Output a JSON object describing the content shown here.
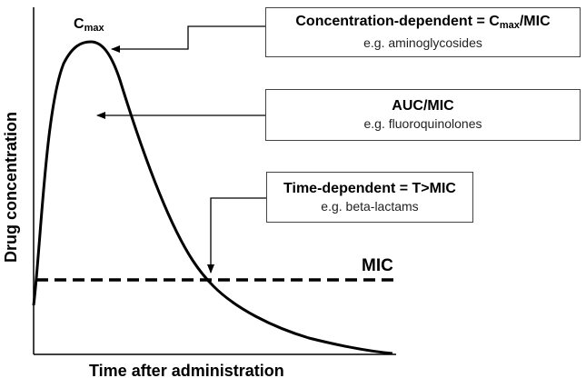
{
  "axes": {
    "x_title": "Time after administration",
    "y_title": "Drug concentration"
  },
  "peak": {
    "label_main": "C",
    "label_sub": "max"
  },
  "mic_line": {
    "label": "MIC"
  },
  "boxes": [
    {
      "title_pre": "Concentration-dependent = C",
      "title_sub": "max",
      "title_post": "/MIC",
      "example": "e.g. aminoglycosides"
    },
    {
      "title": "AUC/MIC",
      "example": "e.g. fluoroquinolones"
    },
    {
      "title": "Time-dependent = T>MIC",
      "example": "e.g. beta-lactams"
    }
  ],
  "colors": {
    "curve": "#000000",
    "box_border": "#444444"
  }
}
